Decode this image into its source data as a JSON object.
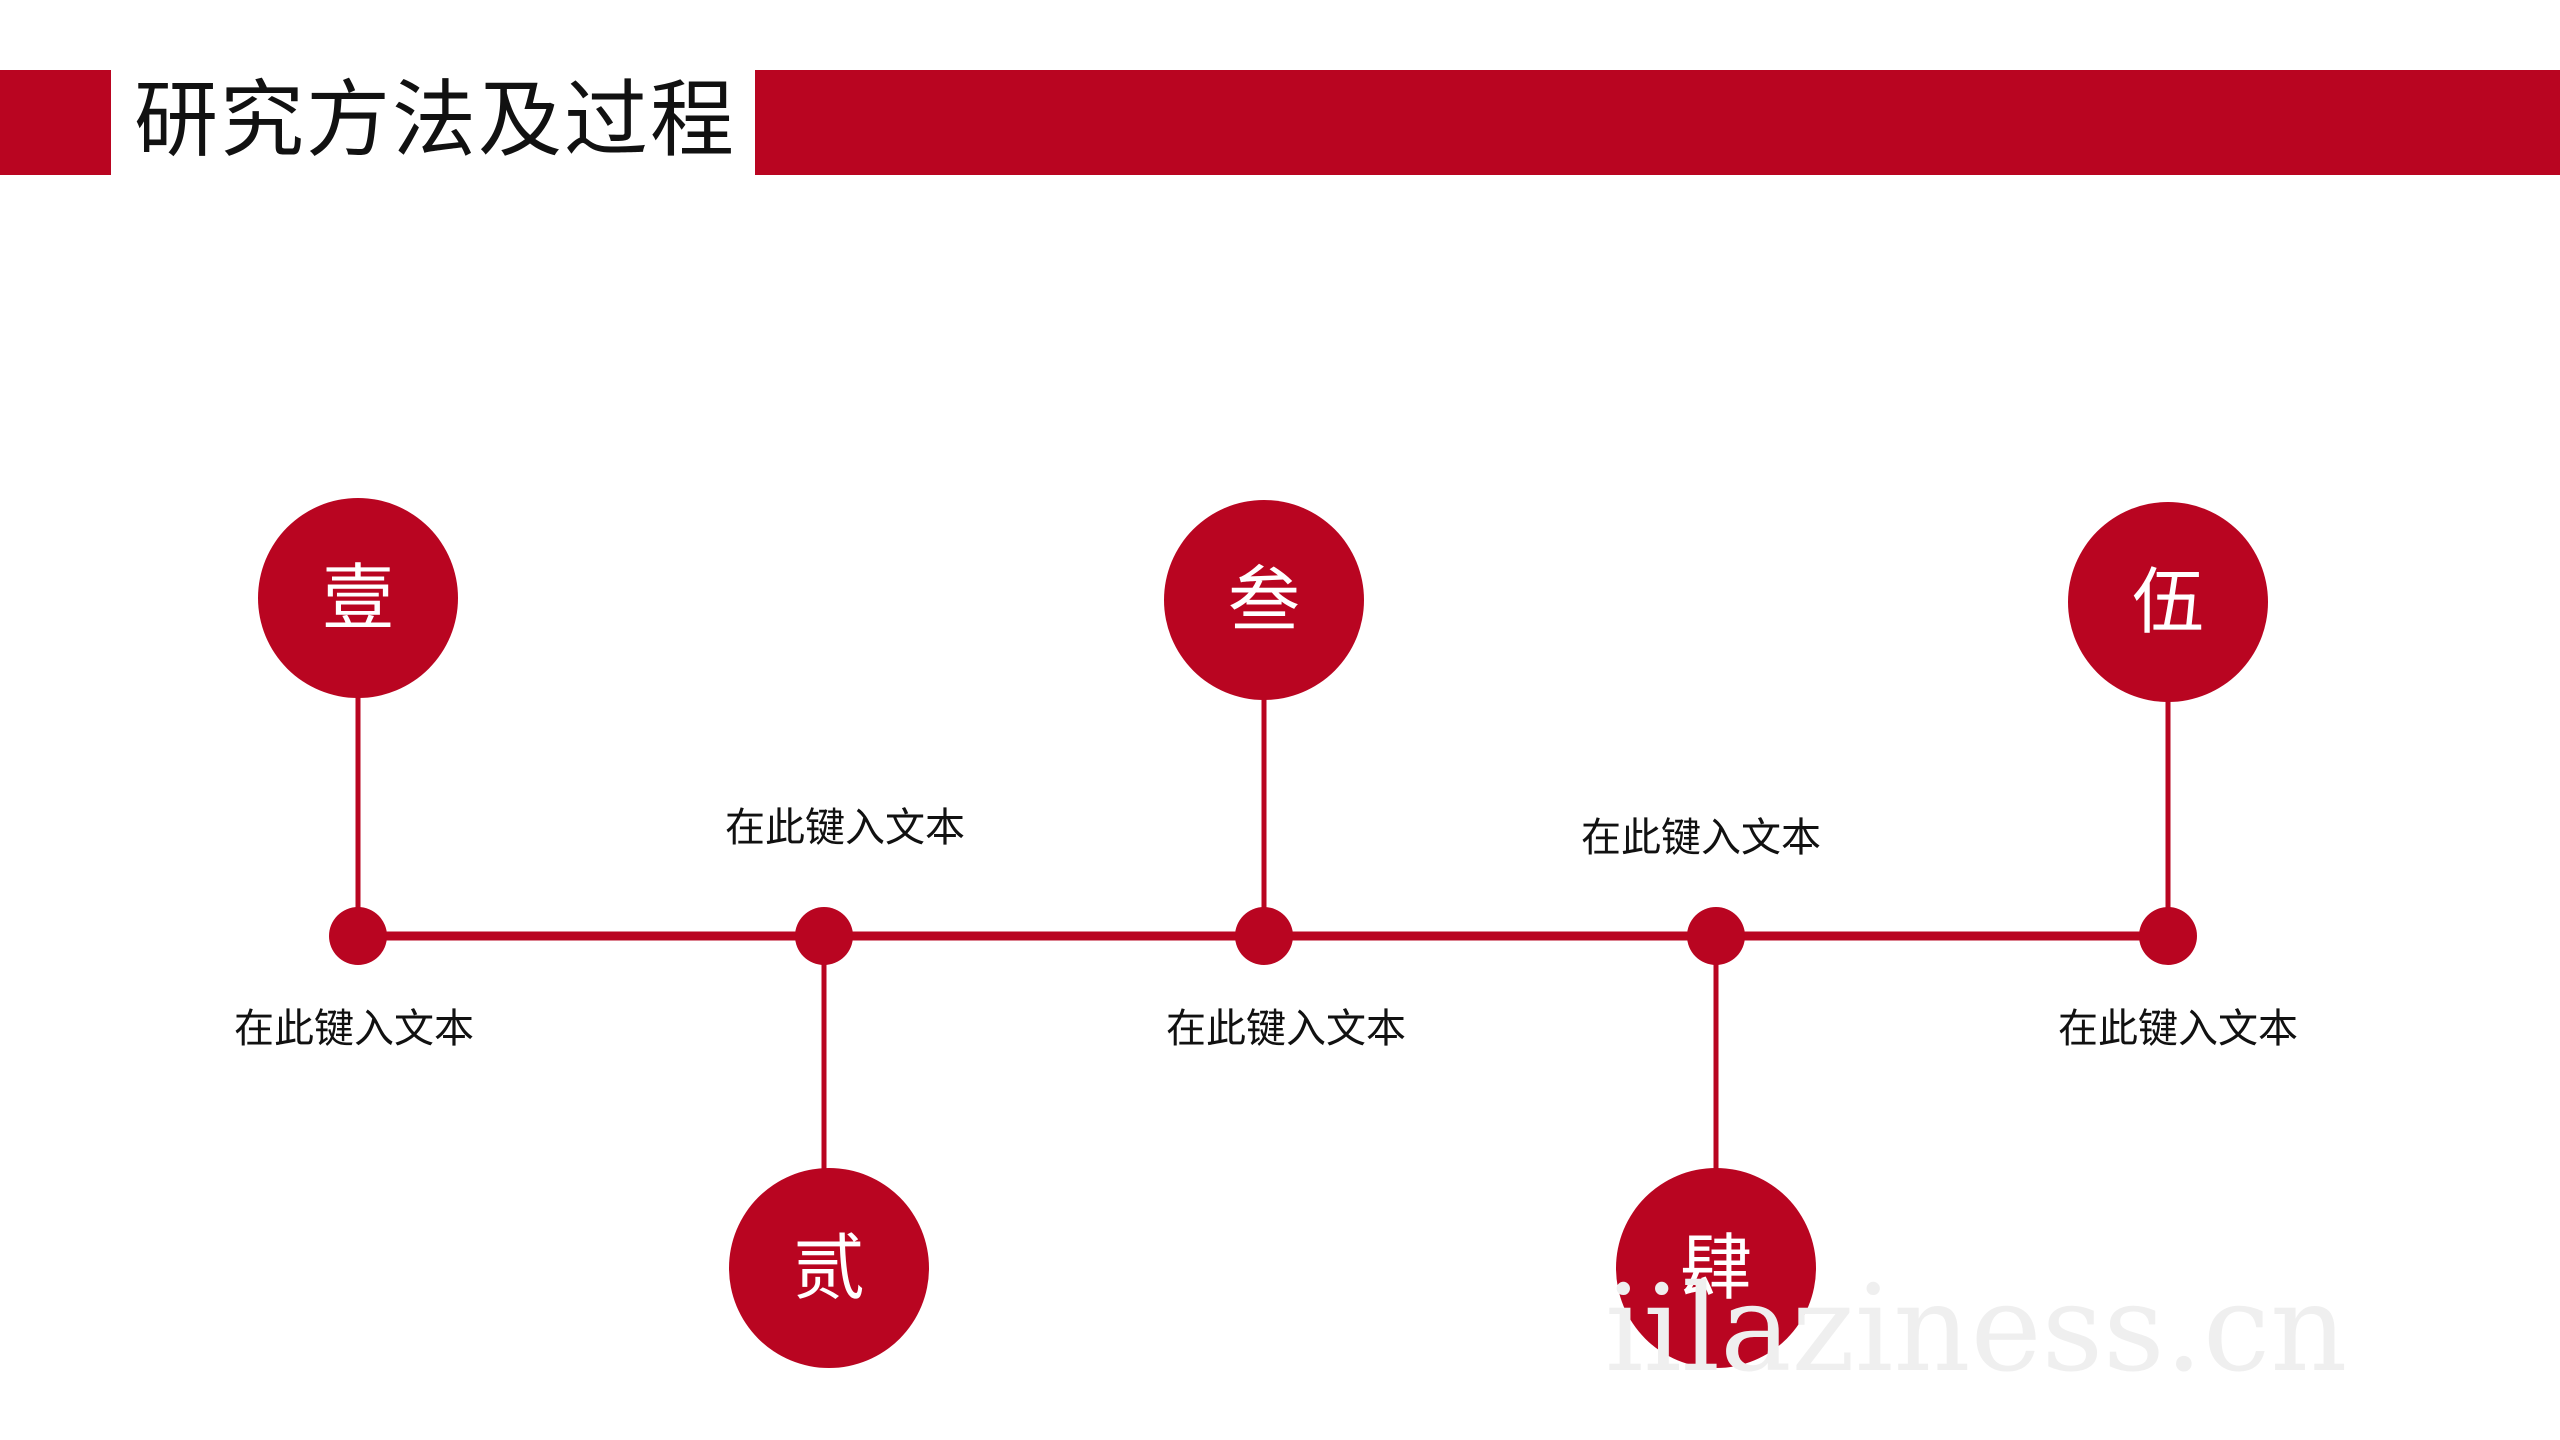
{
  "header": {
    "title": "研究方法及过程"
  },
  "timeline": {
    "steps": [
      {
        "numeral": "壹",
        "caption": "在此键入文本"
      },
      {
        "numeral": "贰",
        "caption": "在此键入文本"
      },
      {
        "numeral": "叁",
        "caption": "在此键入文本"
      },
      {
        "numeral": "肆",
        "caption": "在此键入文本"
      },
      {
        "numeral": "伍",
        "caption": "在此键入文本"
      }
    ]
  },
  "watermark": {
    "text": "iilaziness.cn"
  },
  "colors": {
    "accent": "#b90521",
    "text": "#111111",
    "background": "#ffffff"
  }
}
